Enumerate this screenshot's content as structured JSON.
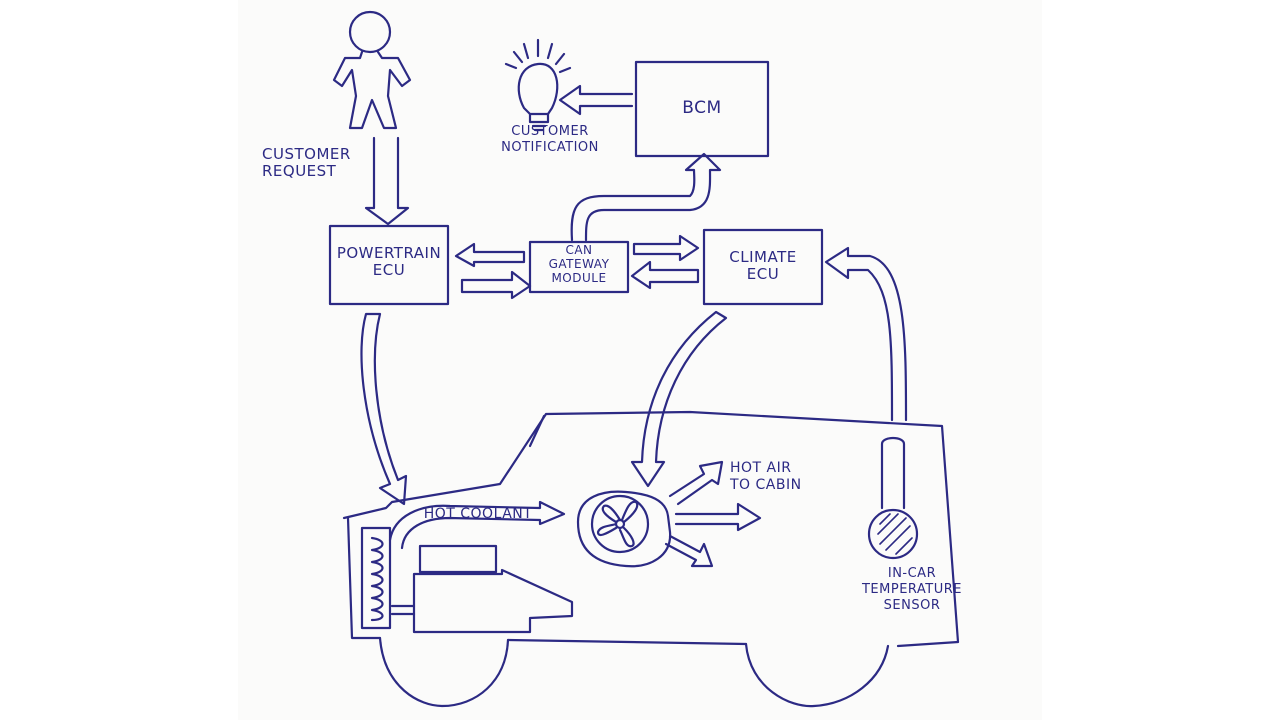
{
  "colors": {
    "ink": "#2c2a84",
    "paper": "#fbfbfa",
    "background": "#ffffff"
  },
  "boxes": {
    "powertrain": "POWERTRAIN\nECU",
    "gateway": "CAN\nGATEWAY\nMODULE",
    "climate": "CLIMATE\nECU",
    "bcm": "BCM"
  },
  "labels": {
    "customer_request": "CUSTOMER\nREQUEST",
    "customer_notification": "CUSTOMER\nNOTIFICATION",
    "hot_coolant": "HOT COOLANT",
    "hot_air": "HOT AIR\nTO CABIN",
    "temp_sensor": "IN-CAR\nTEMPERATURE\nSENSOR"
  },
  "icons": [
    "person-icon",
    "lightbulb-icon",
    "fan-icon",
    "thermometer-icon",
    "radiator-icon",
    "engine-icon",
    "vehicle-outline"
  ]
}
